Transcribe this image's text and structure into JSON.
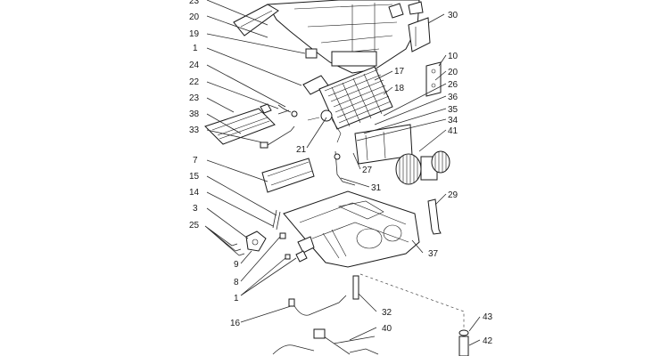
{
  "labels": {
    "l23top": "23",
    "l20a": "20",
    "l19": "19",
    "l1a": "1",
    "l24": "24",
    "l22": "22",
    "l23": "23",
    "l38": "38",
    "l33": "33",
    "l7": "7",
    "l15": "15",
    "l14": "14",
    "l3": "3",
    "l25": "25",
    "l9": "9",
    "l8": "8",
    "l1b": "1",
    "l16": "16",
    "l30": "30",
    "l17": "17",
    "l18": "18",
    "l10": "10",
    "l20b": "20",
    "l26": "26",
    "l36": "36",
    "l35": "35",
    "l34": "34",
    "l41": "41",
    "l21": "21",
    "l27": "27",
    "l31": "31",
    "l29": "29",
    "l37": "37",
    "l32": "32",
    "l40": "40",
    "l43": "43",
    "l42": "42"
  },
  "colors": {
    "line": "#1a1a1a",
    "label": "#1a1a1a",
    "background": "#ffffff"
  }
}
